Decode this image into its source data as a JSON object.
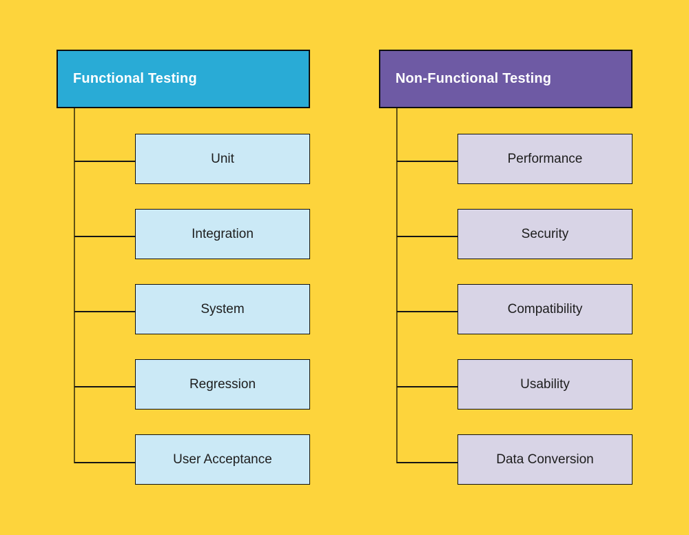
{
  "canvas": {
    "background": "#FDD43C"
  },
  "trees": [
    {
      "title": "Functional Testing",
      "colors": {
        "header_bg": "#29ABD6",
        "header_text": "#FFFFFF",
        "child_bg": "#CBE9F6",
        "child_text": "#1D1D1D"
      },
      "children": [
        "Unit",
        "Integration",
        "System",
        "Regression",
        "User Acceptance"
      ]
    },
    {
      "title": "Non-Functional Testing",
      "colors": {
        "header_bg": "#6E5AA4",
        "header_text": "#FFFFFF",
        "child_bg": "#D8D4E6",
        "child_text": "#1D1D1D"
      },
      "children": [
        "Performance",
        "Security",
        "Compatibility",
        "Usability",
        "Data Conversion"
      ]
    }
  ]
}
